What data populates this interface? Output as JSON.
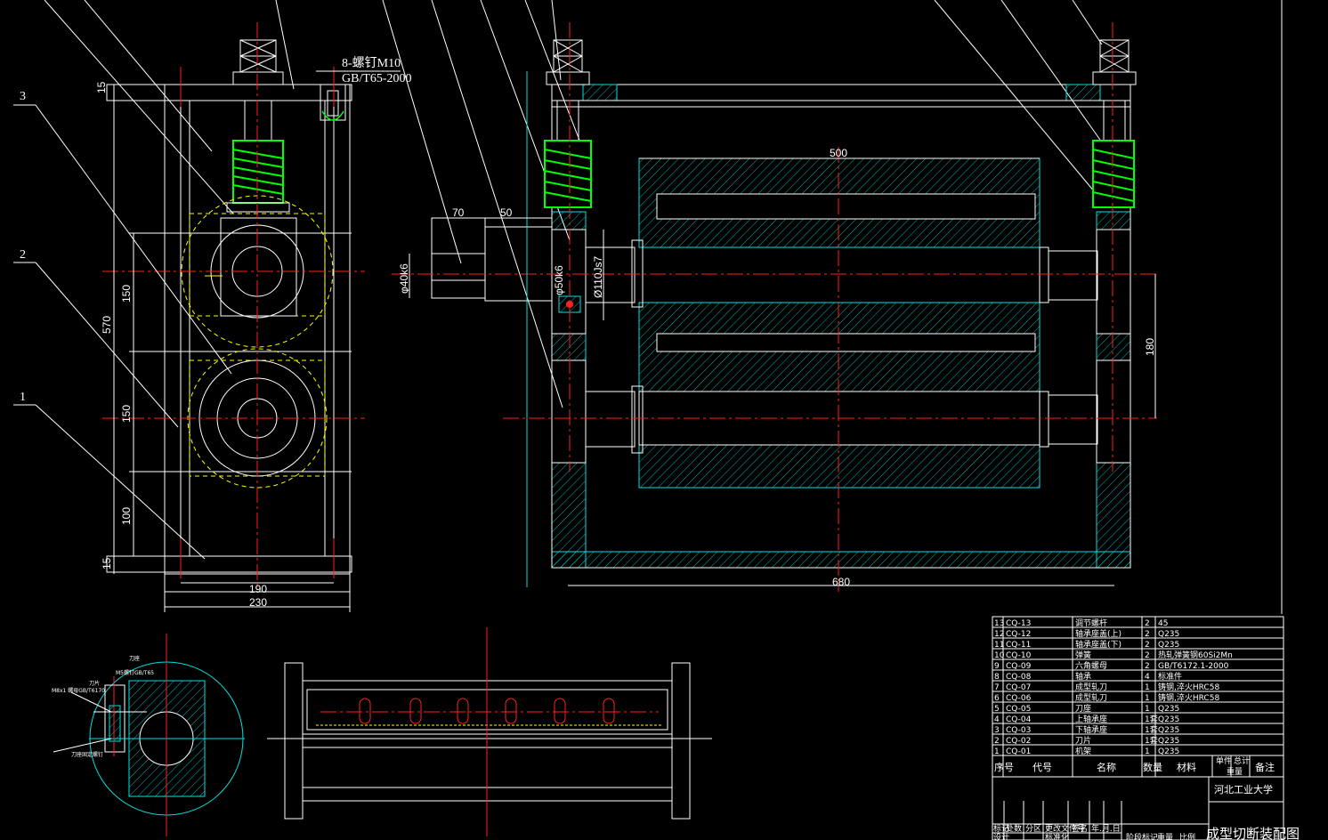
{
  "colors": {
    "background": "#000000",
    "line": "#ffffff",
    "center": "#ff2020",
    "hatch": "#00e0e0",
    "spring": "#00ff00",
    "hidden": "#ffff00"
  },
  "left_view": {
    "dims": {
      "d15_top": "15",
      "d570": "570",
      "d150_a": "150",
      "d150_b": "150",
      "d100": "100",
      "d15_bot": "15",
      "d190": "190",
      "d230": "230"
    },
    "bolt_note_1": "8-螺钉M10",
    "bolt_note_2": "GB/T65-2000",
    "callouts": [
      "3",
      "2",
      "1"
    ]
  },
  "main_view": {
    "dims": {
      "d500": "500",
      "d70": "70",
      "d50": "50",
      "phi40": "φ40k6",
      "phi50": "φ50k6",
      "phi110": "Ø110Js7",
      "d180": "180",
      "d680": "680"
    }
  },
  "detail_labels": [
    "刀座",
    "M5螺钉GB/T65",
    "M8x1 螺母GB/T6170",
    "刀片",
    "刀座固定螺钉"
  ],
  "title_block": {
    "parts": [
      {
        "no": "13",
        "code": "CQ-13",
        "name": "调节螺杆",
        "qty": "2",
        "mat": "45"
      },
      {
        "no": "12",
        "code": "CQ-12",
        "name": "轴承座盖(上)",
        "qty": "2",
        "mat": "Q235"
      },
      {
        "no": "11",
        "code": "CQ-11",
        "name": "轴承座盖(下)",
        "qty": "2",
        "mat": "Q235"
      },
      {
        "no": "10",
        "code": "CQ-10",
        "name": "弹簧",
        "qty": "2",
        "mat": "热轧弹簧钢60Si2Mn"
      },
      {
        "no": "9",
        "code": "CQ-09",
        "name": "六角螺母",
        "qty": "2",
        "mat": "GB/T6172.1-2000"
      },
      {
        "no": "8",
        "code": "CQ-08",
        "name": "轴承",
        "qty": "4",
        "mat": "标准件"
      },
      {
        "no": "7",
        "code": "CQ-07",
        "name": "成型轧刀",
        "qty": "1",
        "mat": "铸钢,淬火HRC58"
      },
      {
        "no": "6",
        "code": "CQ-06",
        "name": "成型轧刀",
        "qty": "1",
        "mat": "铸钢,淬火HRC58"
      },
      {
        "no": "5",
        "code": "CQ-05",
        "name": "刀座",
        "qty": "1",
        "mat": "Q235"
      },
      {
        "no": "4",
        "code": "CQ-04",
        "name": "上轴承座",
        "qty": "1套",
        "mat": "Q235"
      },
      {
        "no": "3",
        "code": "CQ-03",
        "name": "下轴承座",
        "qty": "1套",
        "mat": "Q235"
      },
      {
        "no": "2",
        "code": "CQ-02",
        "name": "刀片",
        "qty": "1套",
        "mat": "Q235"
      },
      {
        "no": "1",
        "code": "CQ-01",
        "name": "机架",
        "qty": "1",
        "mat": "Q235"
      }
    ],
    "header": {
      "no": "序号",
      "code": "代号",
      "name": "名称",
      "qty": "数量",
      "mat": "材料",
      "unit_w": "单件",
      "total_w": "总计",
      "weight": "重量",
      "remark": "备注"
    },
    "school": "河北工业大学",
    "drawing_title": "成型切断装配图",
    "sign_row": [
      "标记",
      "处数",
      "分区",
      "更改文件号",
      "签名",
      "年.月.日"
    ],
    "sign_row2": [
      "设计",
      "",
      "",
      "标准化"
    ],
    "bottom_row": [
      "阶段标记",
      "重量",
      "比例"
    ]
  }
}
